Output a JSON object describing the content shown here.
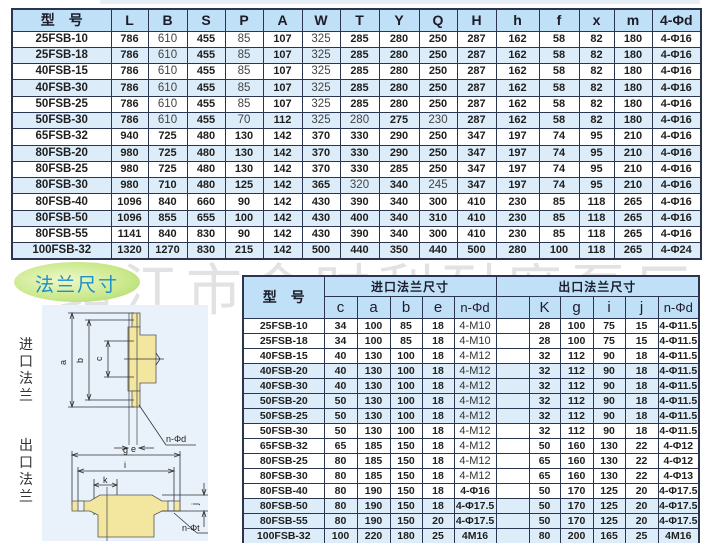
{
  "main_table": {
    "headers": [
      "型　号",
      "L",
      "B",
      "S",
      "P",
      "A",
      "W",
      "T",
      "Y",
      "Q",
      "H",
      "h",
      "f",
      "x",
      "m",
      "4-Φd"
    ],
    "rows": [
      [
        "25FSB-10",
        "786",
        "610",
        "455",
        "85",
        "107",
        "325",
        "285",
        "280",
        "250",
        "287",
        "162",
        "58",
        "82",
        "180",
        "4-Φ16"
      ],
      [
        "25FSB-18",
        "786",
        "610",
        "455",
        "85",
        "107",
        "325",
        "285",
        "280",
        "250",
        "287",
        "162",
        "58",
        "82",
        "180",
        "4-Φ16"
      ],
      [
        "40FSB-15",
        "786",
        "610",
        "455",
        "85",
        "107",
        "325",
        "285",
        "280",
        "250",
        "287",
        "162",
        "58",
        "82",
        "180",
        "4-Φ16"
      ],
      [
        "40FSB-30",
        "786",
        "610",
        "455",
        "85",
        "107",
        "325",
        "285",
        "280",
        "250",
        "287",
        "162",
        "58",
        "82",
        "180",
        "4-Φ16"
      ],
      [
        "50FSB-25",
        "786",
        "610",
        "455",
        "85",
        "107",
        "325",
        "285",
        "280",
        "250",
        "287",
        "162",
        "58",
        "82",
        "180",
        "4-Φ16"
      ],
      [
        "50FSB-30",
        "786",
        "610",
        "455",
        "70",
        "112",
        "325",
        "280",
        "275",
        "230",
        "287",
        "162",
        "58",
        "82",
        "180",
        "4-Φ16"
      ],
      [
        "65FSB-32",
        "940",
        "725",
        "480",
        "130",
        "142",
        "370",
        "330",
        "290",
        "250",
        "347",
        "197",
        "74",
        "95",
        "210",
        "4-Φ16"
      ],
      [
        "80FSB-20",
        "980",
        "725",
        "480",
        "130",
        "142",
        "370",
        "330",
        "290",
        "250",
        "347",
        "197",
        "74",
        "95",
        "210",
        "4-Φ16"
      ],
      [
        "80FSB-25",
        "980",
        "725",
        "480",
        "130",
        "142",
        "370",
        "330",
        "285",
        "250",
        "347",
        "197",
        "74",
        "95",
        "210",
        "4-Φ16"
      ],
      [
        "80FSB-30",
        "980",
        "710",
        "480",
        "125",
        "142",
        "365",
        "320",
        "340",
        "245",
        "347",
        "197",
        "74",
        "95",
        "210",
        "4-Φ16"
      ],
      [
        "80FSB-40",
        "1096",
        "840",
        "660",
        "90",
        "142",
        "430",
        "390",
        "340",
        "300",
        "410",
        "230",
        "85",
        "118",
        "265",
        "4-Φ16"
      ],
      [
        "80FSB-50",
        "1096",
        "855",
        "655",
        "100",
        "142",
        "430",
        "400",
        "340",
        "310",
        "410",
        "230",
        "85",
        "118",
        "265",
        "4-Φ16"
      ],
      [
        "80FSB-55",
        "1141",
        "840",
        "830",
        "90",
        "142",
        "430",
        "390",
        "340",
        "300",
        "410",
        "230",
        "85",
        "118",
        "265",
        "4-Φ16"
      ],
      [
        "100FSB-32",
        "1320",
        "1270",
        "830",
        "215",
        "142",
        "500",
        "440",
        "350",
        "440",
        "500",
        "280",
        "100",
        "118",
        "265",
        "4-Φ24"
      ]
    ]
  },
  "flange_section": {
    "badge_label": "法兰尺寸",
    "inlet_label": "进口法兰",
    "outlet_label": "出口法兰",
    "diagram_labels": {
      "inlet": [
        "a",
        "b",
        "c",
        "e",
        "n-Φd"
      ],
      "outlet": [
        "g",
        "i",
        "k",
        "j",
        "n-Φt"
      ]
    }
  },
  "flange_table": {
    "model_header": "型　号",
    "inlet_group": "进口法兰尺寸",
    "outlet_group": "出口法兰尺寸",
    "inlet_headers": [
      "c",
      "a",
      "b",
      "e",
      "n-Φd"
    ],
    "outlet_headers": [
      "K",
      "g",
      "i",
      "j",
      "n-Φd"
    ],
    "rows": [
      {
        "model": "25FSB-10",
        "inlet": [
          "34",
          "100",
          "85",
          "18",
          "4-M10"
        ],
        "outlet": [
          "28",
          "100",
          "75",
          "15",
          "4-Φ11.5"
        ]
      },
      {
        "model": "25FSB-18",
        "inlet": [
          "34",
          "100",
          "85",
          "18",
          "4-M10"
        ],
        "outlet": [
          "28",
          "100",
          "75",
          "15",
          "4-Φ11.5"
        ]
      },
      {
        "model": "40FSB-15",
        "inlet": [
          "40",
          "130",
          "100",
          "18",
          "4-M12"
        ],
        "outlet": [
          "32",
          "112",
          "90",
          "18",
          "4-Φ11.5"
        ]
      },
      {
        "model": "40FSB-20",
        "inlet": [
          "40",
          "130",
          "100",
          "18",
          "4-M12"
        ],
        "outlet": [
          "32",
          "112",
          "90",
          "18",
          "4-Φ11.5"
        ]
      },
      {
        "model": "40FSB-30",
        "inlet": [
          "40",
          "130",
          "100",
          "18",
          "4-M12"
        ],
        "outlet": [
          "32",
          "112",
          "90",
          "18",
          "4-Φ11.5"
        ]
      },
      {
        "model": "50FSB-20",
        "inlet": [
          "50",
          "130",
          "100",
          "18",
          "4-M12"
        ],
        "outlet": [
          "32",
          "112",
          "90",
          "18",
          "4-Φ11.5"
        ]
      },
      {
        "model": "50FSB-25",
        "inlet": [
          "50",
          "130",
          "100",
          "18",
          "4-M12"
        ],
        "outlet": [
          "32",
          "112",
          "90",
          "18",
          "4-Φ11.5"
        ]
      },
      {
        "model": "50FSB-30",
        "inlet": [
          "50",
          "130",
          "100",
          "18",
          "4-M12"
        ],
        "outlet": [
          "32",
          "112",
          "90",
          "18",
          "4-Φ11.5"
        ]
      },
      {
        "model": "65FSB-32",
        "inlet": [
          "65",
          "185",
          "150",
          "18",
          "4-M12"
        ],
        "outlet": [
          "50",
          "160",
          "130",
          "22",
          "4-Φ12"
        ]
      },
      {
        "model": "80FSB-25",
        "inlet": [
          "80",
          "185",
          "150",
          "18",
          "4-M12"
        ],
        "outlet": [
          "65",
          "160",
          "130",
          "22",
          "4-Φ12"
        ]
      },
      {
        "model": "80FSB-30",
        "inlet": [
          "80",
          "185",
          "150",
          "18",
          "4-M12"
        ],
        "outlet": [
          "65",
          "160",
          "130",
          "22",
          "4-Φ13"
        ]
      },
      {
        "model": "80FSB-40",
        "inlet": [
          "80",
          "190",
          "150",
          "18",
          "4-Φ16"
        ],
        "outlet": [
          "50",
          "170",
          "125",
          "20",
          "4-Φ17.5"
        ]
      },
      {
        "model": "80FSB-50",
        "inlet": [
          "80",
          "190",
          "150",
          "18",
          "4-Φ17.5"
        ],
        "outlet": [
          "50",
          "170",
          "125",
          "20",
          "4-Φ17.5"
        ]
      },
      {
        "model": "80FSB-55",
        "inlet": [
          "80",
          "190",
          "150",
          "20",
          "4-Φ17.5"
        ],
        "outlet": [
          "50",
          "170",
          "125",
          "20",
          "4-Φ17.5"
        ]
      },
      {
        "model": "100FSB-32",
        "inlet": [
          "100",
          "220",
          "180",
          "25",
          "4M16"
        ],
        "outlet": [
          "80",
          "200",
          "165",
          "25",
          "4M16"
        ]
      }
    ]
  },
  "watermark": "靖江市金时利耐磨泵厂",
  "colors": {
    "header_bg": "#bfe0f6",
    "alt_row_bg": "#dcedf9",
    "border": "#2b3550",
    "badge_text": "#1b8fc9",
    "flange_fill": "#f3e7a0"
  }
}
